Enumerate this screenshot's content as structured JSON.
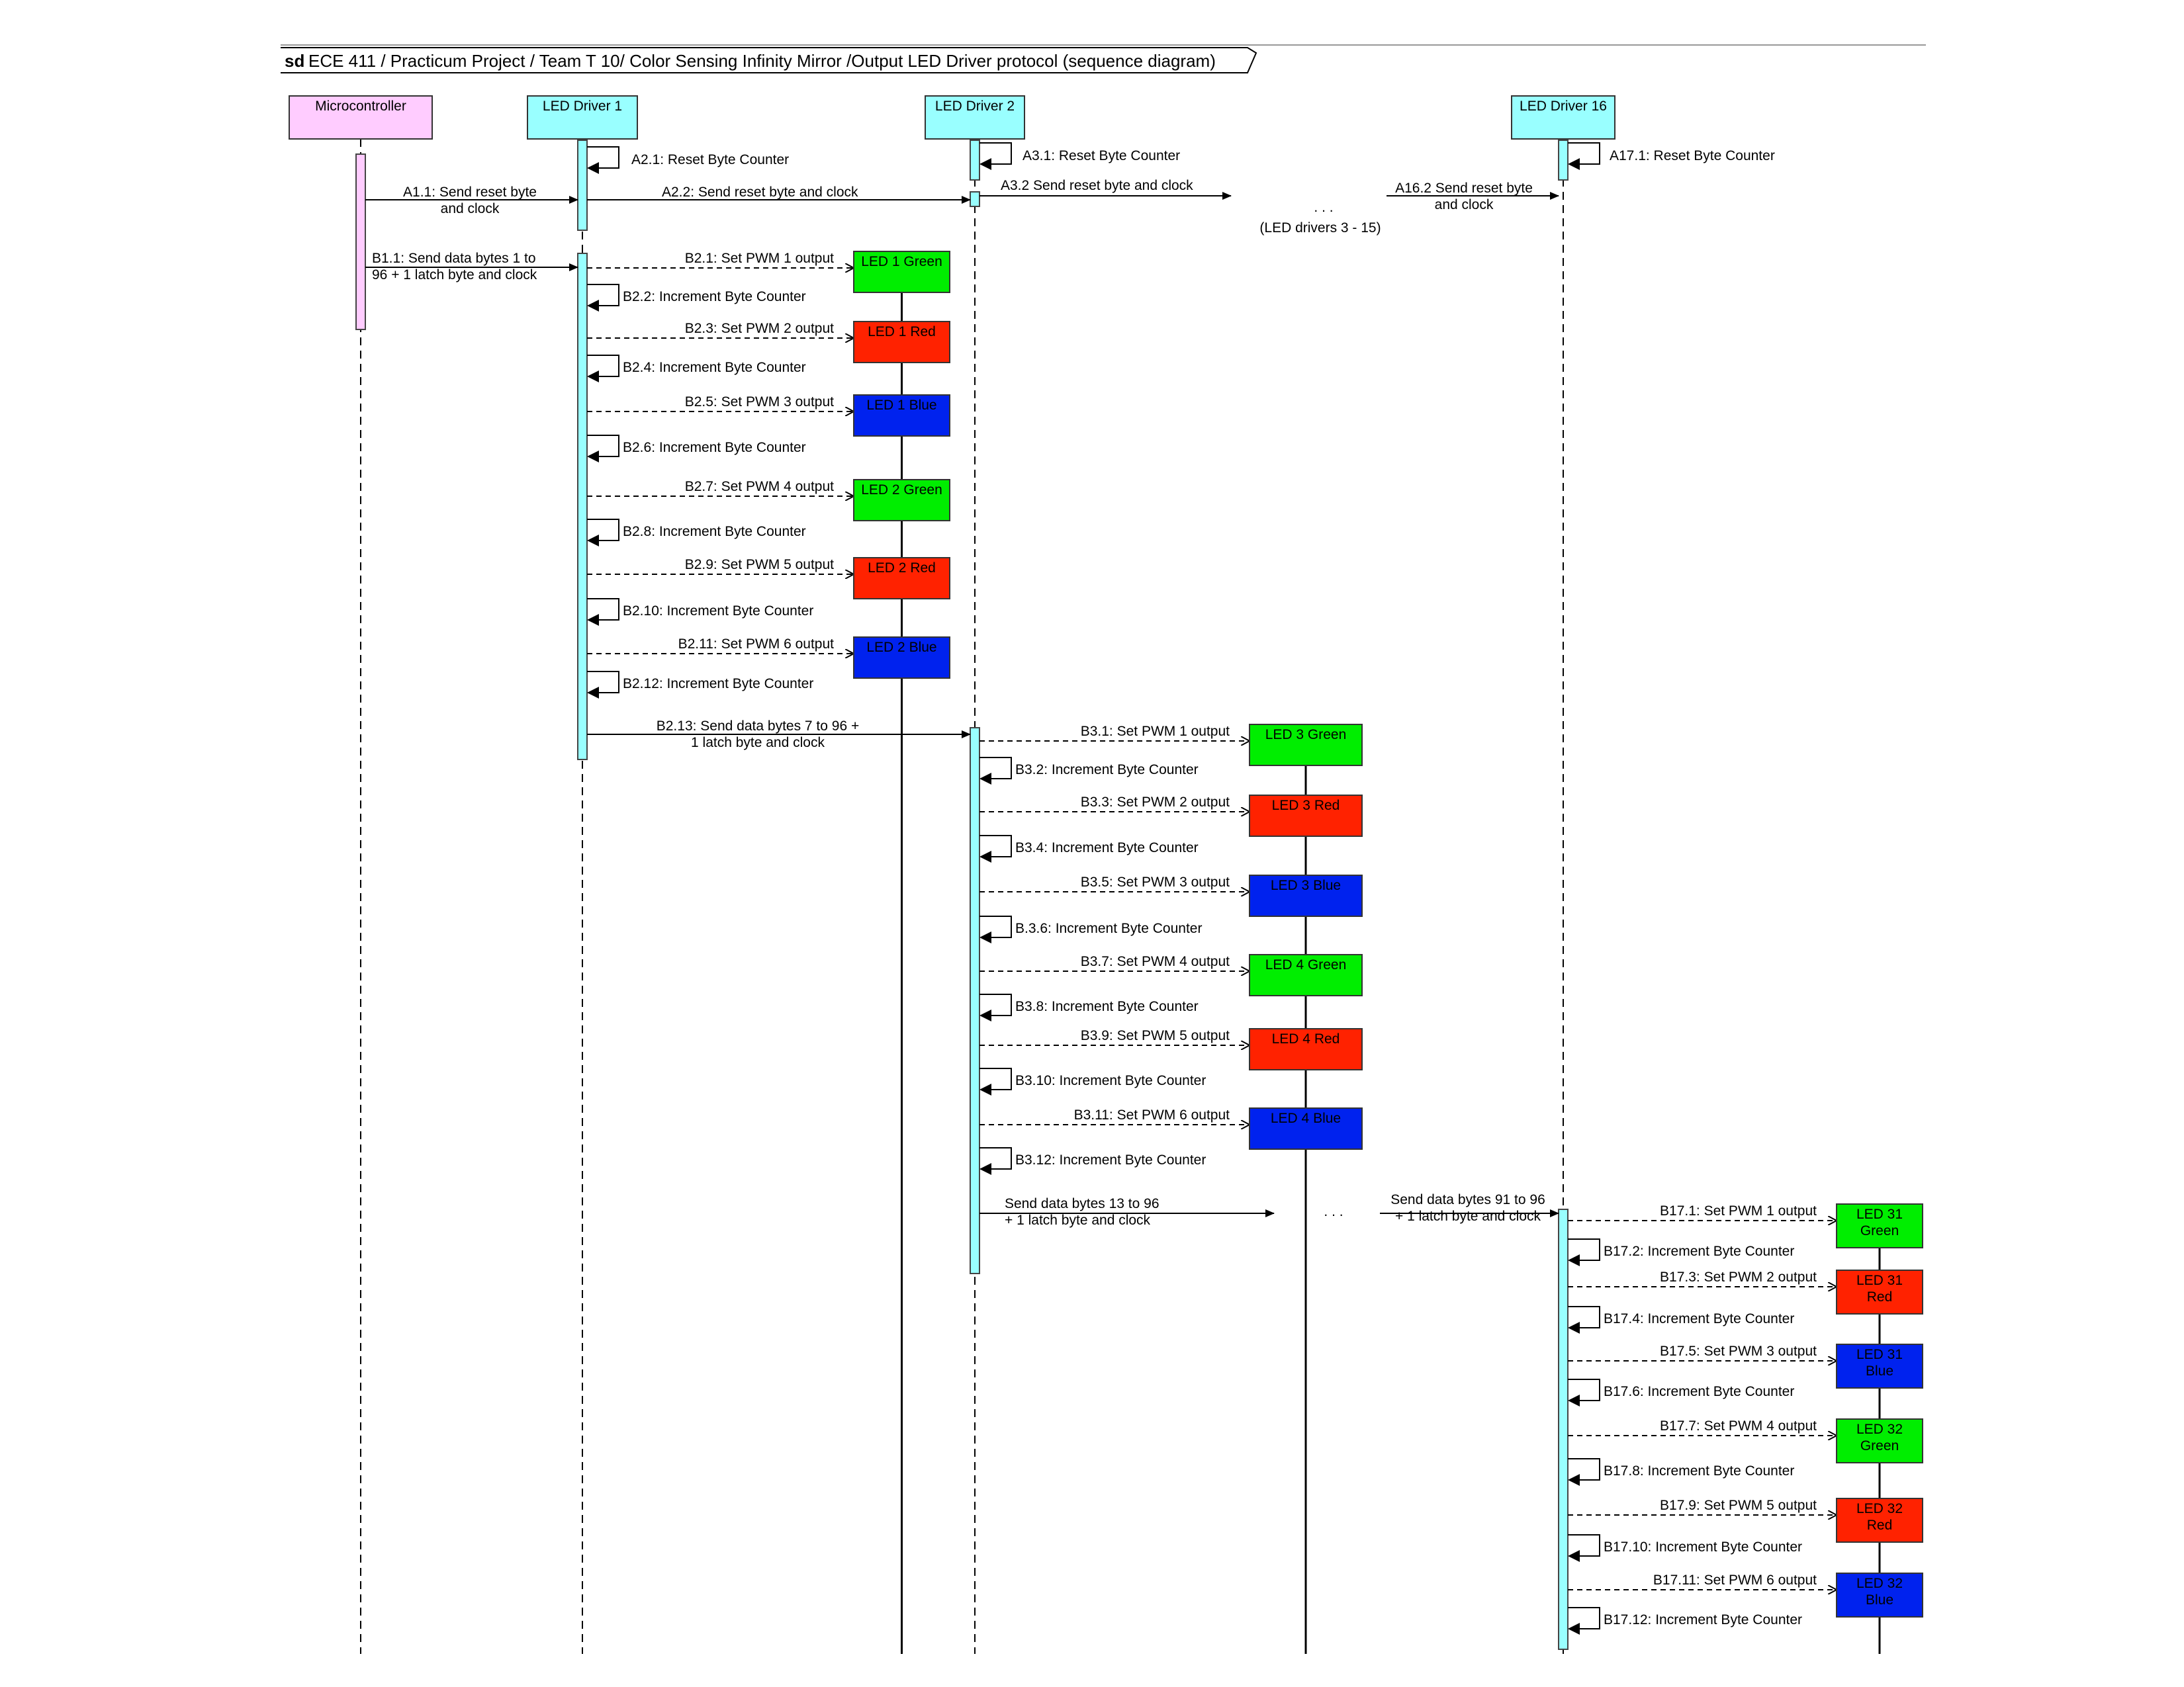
{
  "frame": {
    "keyword": "sd",
    "title": "ECE 411 / Practicum Project / Team T 10/ Color Sensing Infinity Mirror /Output LED Driver protocol (sequence diagram)"
  },
  "lifelines": [
    {
      "id": "mcu",
      "label": "Microcontroller",
      "color": "#ffccff"
    },
    {
      "id": "d1",
      "label": "LED Driver 1",
      "color": "#99ffff"
    },
    {
      "id": "d2",
      "label": "LED Driver 2",
      "color": "#99ffff"
    },
    {
      "id": "d16",
      "label": "LED Driver 16",
      "color": "#99ffff"
    }
  ],
  "ellipses": {
    "dots": ". . .",
    "drivers_note": "(LED drivers 3 - 15)"
  },
  "messages": {
    "a11": [
      "A1.1: Send reset byte",
      "and clock"
    ],
    "a21": "A2.1: Reset Byte Counter",
    "a22": "A2.2: Send reset byte and clock",
    "a31": "A3.1: Reset Byte Counter",
    "a32": "A3.2 Send reset byte and clock",
    "a162": [
      "A16.2 Send reset byte",
      "and clock"
    ],
    "a171": "A17.1: Reset Byte Counter",
    "b11": [
      "B1.1: Send data bytes 1 to",
      "96 + 1 latch byte and clock"
    ],
    "d1_steps": [
      "B2.1: Set PWM 1 output",
      "B2.2: Increment Byte Counter",
      "B2.3: Set PWM 2 output",
      "B2.4: Increment Byte Counter",
      "B2.5: Set PWM 3 output",
      "B2.6: Increment Byte Counter",
      "B2.7: Set PWM 4 output",
      "B2.8: Increment Byte Counter",
      "B2.9: Set PWM 5 output",
      "B2.10: Increment Byte Counter",
      "B2.11: Set PWM 6 output",
      "B2.12: Increment Byte Counter"
    ],
    "b213": [
      "B2.13: Send data bytes 7 to 96 +",
      "1 latch byte and clock"
    ],
    "d2_steps": [
      "B3.1: Set PWM 1 output",
      "B3.2: Increment Byte Counter",
      "B3.3: Set PWM 2 output",
      "B3.4: Increment Byte Counter",
      "B3.5: Set PWM 3 output",
      "B.3.6: Increment Byte Counter",
      "B3.7: Set PWM 4 output",
      "B3.8: Increment Byte Counter",
      "B3.9: Set PWM 5 output",
      "B3.10: Increment Byte Counter",
      "B3.11: Set PWM 6 output",
      "B3.12: Increment Byte Counter"
    ],
    "send13": [
      "Send data bytes  13 to 96",
      "+ 1 latch byte and clock"
    ],
    "send91": [
      "Send data bytes 91 to 96",
      "+ 1 latch byte and clock"
    ],
    "d16_steps": [
      "B17.1: Set PWM 1 output",
      "B17.2: Increment Byte Counter",
      "B17.3: Set PWM 2 output",
      "B17.4: Increment Byte Counter",
      "B17.5: Set PWM 3 output",
      "B17.6: Increment Byte Counter",
      "B17.7: Set PWM 4 output",
      "B17.8: Increment Byte Counter",
      "B17.9: Set PWM 5 output",
      "B17.10: Increment Byte Counter",
      "B17.11: Set PWM 6 output",
      "B17.12: Increment Byte Counter"
    ]
  },
  "leds": {
    "d1": [
      {
        "label": [
          "LED 1 Green"
        ],
        "color": "#00ee00"
      },
      {
        "label": [
          "LED 1 Red"
        ],
        "color": "#ff2200"
      },
      {
        "label": [
          "LED 1 Blue"
        ],
        "color": "#0022ee"
      },
      {
        "label": [
          "LED 2 Green"
        ],
        "color": "#00ee00"
      },
      {
        "label": [
          "LED 2 Red"
        ],
        "color": "#ff2200"
      },
      {
        "label": [
          "LED 2 Blue"
        ],
        "color": "#0022ee"
      }
    ],
    "d2": [
      {
        "label": [
          "LED 3 Green"
        ],
        "color": "#00ee00"
      },
      {
        "label": [
          "LED 3 Red"
        ],
        "color": "#ff2200"
      },
      {
        "label": [
          "LED 3 Blue"
        ],
        "color": "#0022ee"
      },
      {
        "label": [
          "LED 4 Green"
        ],
        "color": "#00ee00"
      },
      {
        "label": [
          "LED 4 Red"
        ],
        "color": "#ff2200"
      },
      {
        "label": [
          "LED 4 Blue"
        ],
        "color": "#0022ee"
      }
    ],
    "d16": [
      {
        "label": [
          "LED 31",
          "Green"
        ],
        "color": "#00ee00"
      },
      {
        "label": [
          "LED 31",
          "Red"
        ],
        "color": "#ff2200"
      },
      {
        "label": [
          "LED 31",
          "Blue"
        ],
        "color": "#0022ee"
      },
      {
        "label": [
          "LED 32",
          "Green"
        ],
        "color": "#00ee00"
      },
      {
        "label": [
          "LED 32",
          "Red"
        ],
        "color": "#ff2200"
      },
      {
        "label": [
          "LED 32",
          "Blue"
        ],
        "color": "#0022ee"
      }
    ]
  },
  "colors": {
    "activation": "#99ffff",
    "mcu_activation": "#ffccff"
  }
}
